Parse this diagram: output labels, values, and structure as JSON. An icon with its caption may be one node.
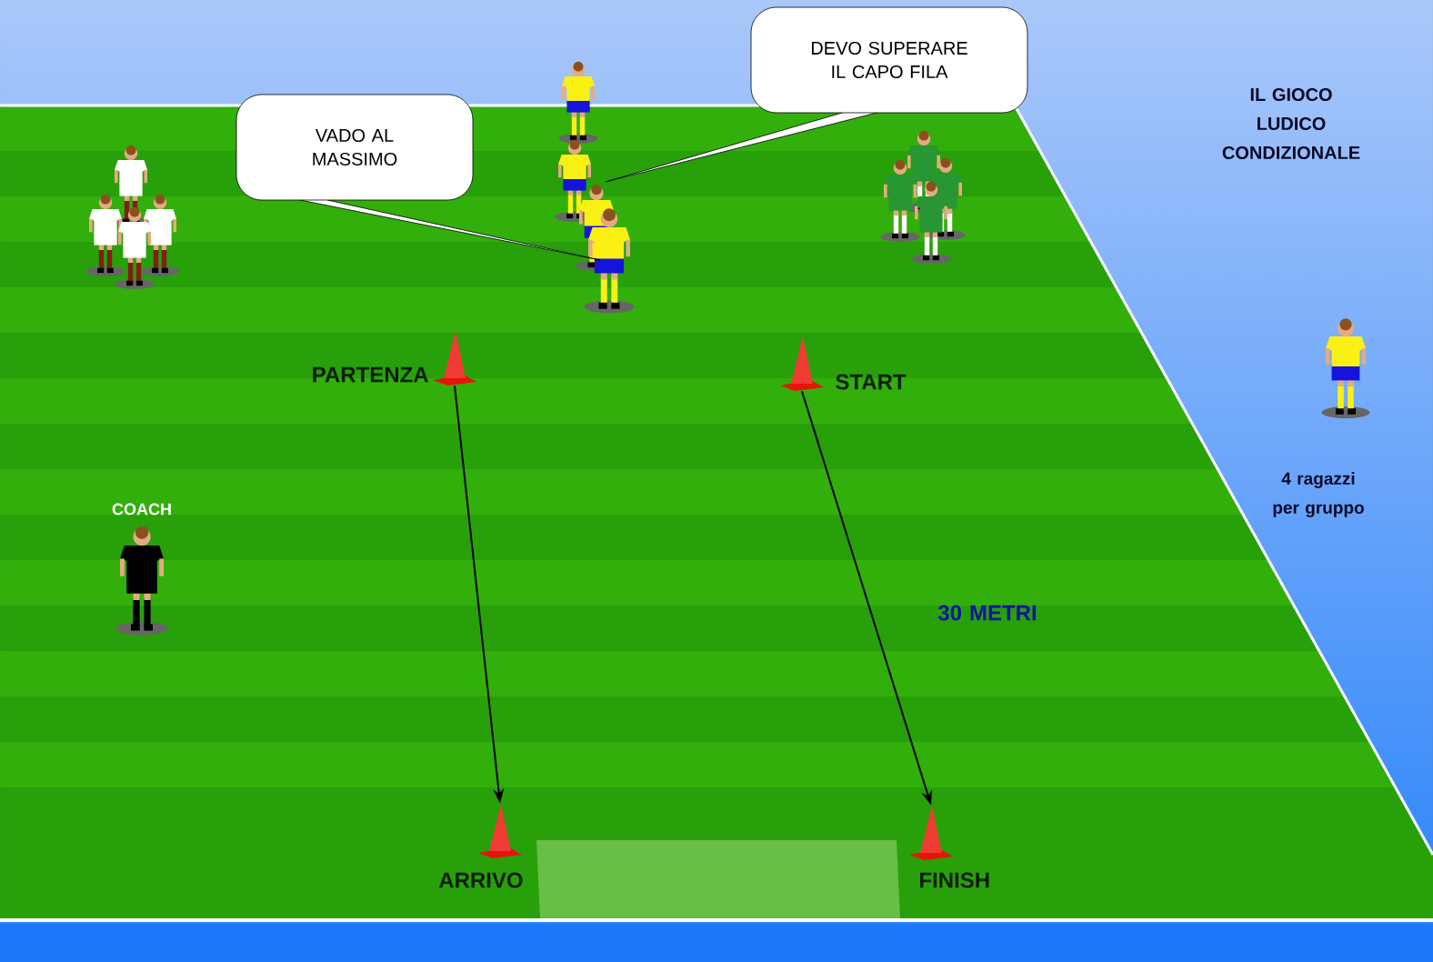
{
  "diagram": {
    "title": "IL GIOCO LUDICO CONDIZIONALE",
    "nodes": [
      {
        "text": [
          "VADO AL MASSIMO"
        ]
      },
      {
        "text": [
          "DEVO SUPERARE IL CAPO FILA"
        ]
      },
      {
        "text": [],
        "shape": "cone",
        "beside": [
          "PARTENZA"
        ]
      },
      {
        "text": [],
        "shape": "cone",
        "beside": [
          "ARRIVO"
        ]
      },
      {
        "text": [],
        "shape": "cone",
        "beside": [
          "START"
        ]
      },
      {
        "text": [],
        "shape": "cone",
        "beside": [
          "FINISH"
        ]
      }
    ],
    "edges": [
      {
        "from": 2,
        "to": 3,
        "arrow": "to"
      },
      {
        "from": 4,
        "to": 5,
        "arrow": "to"
      }
    ],
    "labels": [
      "COACH",
      "30 METRI",
      "4 ragazzi per gruppo"
    ]
  }
}
